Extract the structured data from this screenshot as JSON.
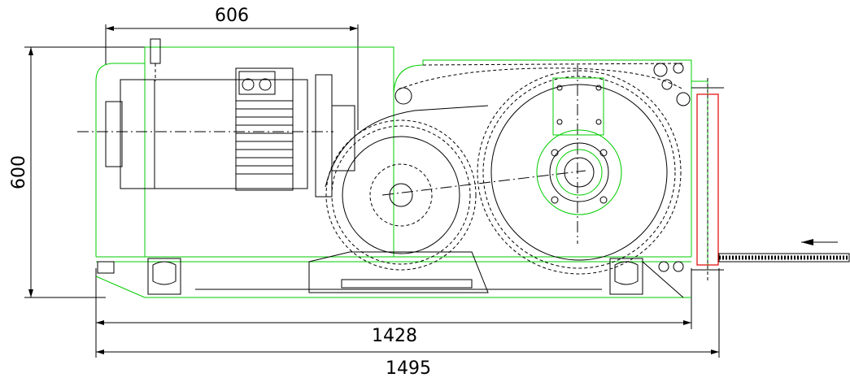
{
  "dimensions": {
    "top_width": "606",
    "height": "600",
    "inner_length": "1428",
    "overall_length": "1495"
  },
  "colors": {
    "line": "#000000",
    "outline": "#00cc00",
    "drum_highlight": "#e00000"
  },
  "icons": {
    "direction": "arrow-left-icon"
  }
}
